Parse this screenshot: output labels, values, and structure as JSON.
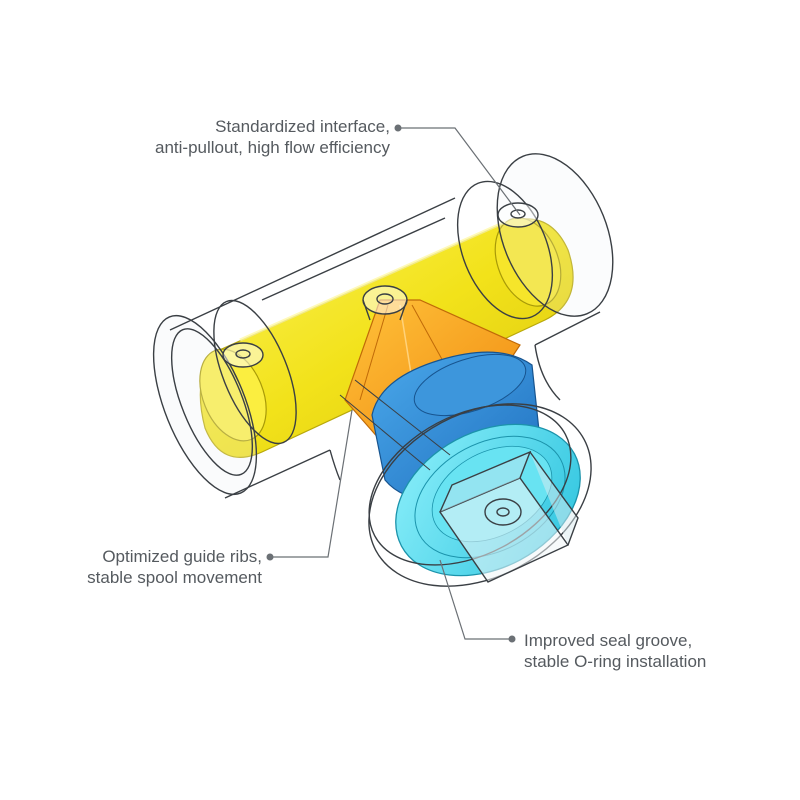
{
  "callouts": {
    "interface": {
      "line1": "Standardized interface,",
      "line2": "anti-pullout, high flow efficiency"
    },
    "ribs": {
      "line1": "Optimized guide ribs,",
      "line2": "stable spool movement"
    },
    "seal": {
      "line1": "Improved seal groove,",
      "line2": "stable O-ring installation"
    }
  },
  "colors": {
    "spool_yellow": "#f2e21a",
    "spool_orange": "#f5a21a",
    "seal_cyan": "#3fd6ea",
    "seal_blue": "#2f8fd8",
    "outline": "#3a3f44",
    "leader": "#6b7075",
    "text": "#555a5f"
  }
}
